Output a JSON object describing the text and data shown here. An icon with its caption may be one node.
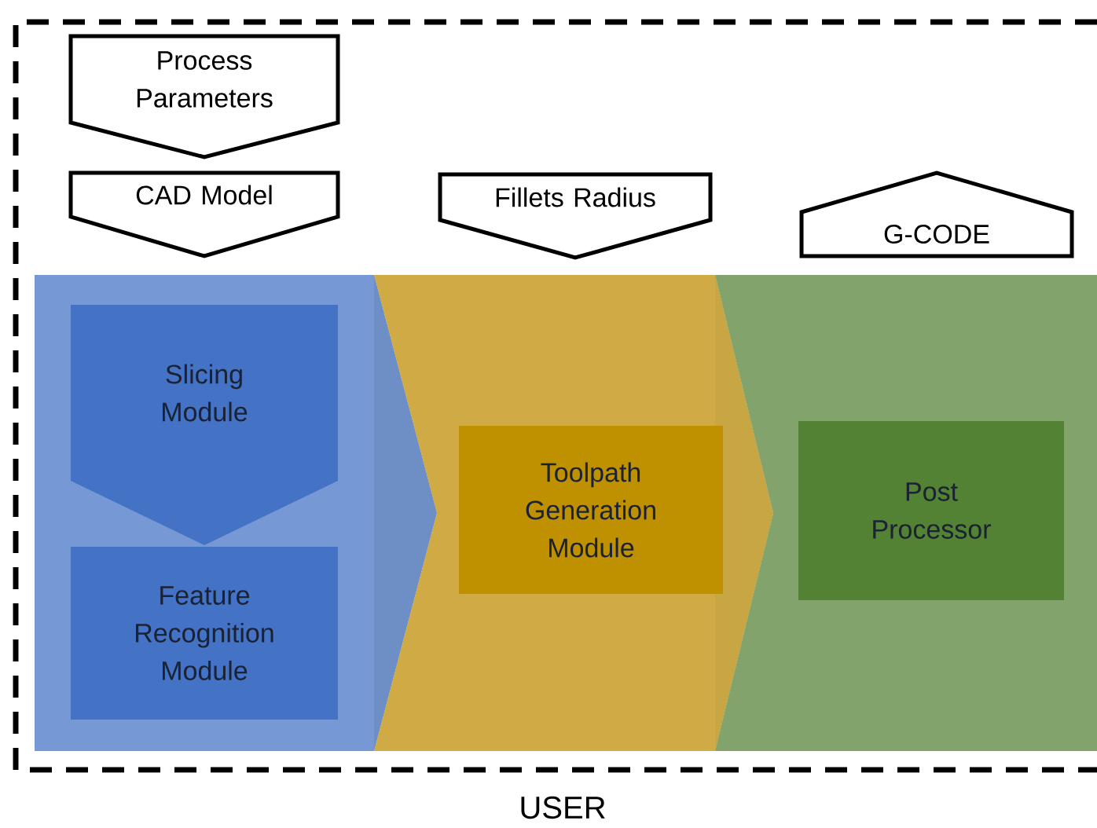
{
  "diagram": {
    "nodes": [
      {
        "text": [
          "USER"
        ]
      },
      {
        "text": [
          "Process Parameters"
        ],
        "in": 0
      },
      {
        "text": [
          "CAD Model"
        ],
        "in": 0
      },
      {
        "text": [
          "Fillets Radius"
        ],
        "in": 0
      },
      {
        "text": [
          "G-CODE"
        ],
        "in": 0
      },
      {
        "text": [],
        "shape": "chevron",
        "in": 0
      },
      {
        "text": [
          "Slicing Module"
        ],
        "in": 5
      },
      {
        "text": [
          "Feature Recognition Module"
        ],
        "in": 5
      },
      {
        "text": [],
        "shape": "chevron",
        "in": 0
      },
      {
        "text": [
          "Toolpath Generation Module"
        ],
        "in": 8
      },
      {
        "text": [],
        "shape": "box",
        "in": 0
      },
      {
        "text": [
          "Post Processor"
        ],
        "in": 10
      }
    ]
  }
}
